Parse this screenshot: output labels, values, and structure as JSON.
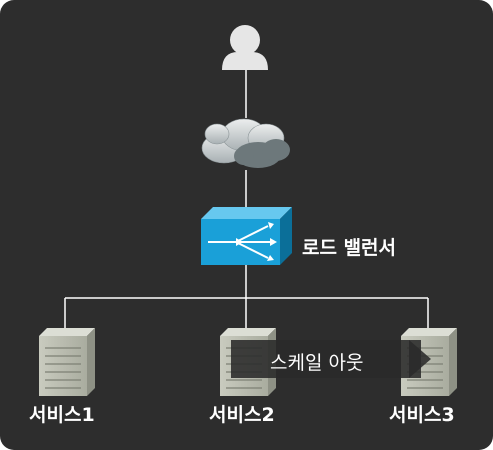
{
  "nodes": {
    "user": {
      "icon": "user-icon"
    },
    "internet": {
      "icon": "cloud-icon"
    },
    "load_balancer": {
      "icon": "load-balancer-switch-icon",
      "label": "로드 밸런서"
    },
    "services": [
      {
        "icon": "server-icon",
        "label": "서비스1"
      },
      {
        "icon": "server-icon",
        "label": "서비스2"
      },
      {
        "icon": "server-icon",
        "label": "서비스3"
      }
    ]
  },
  "annotation": {
    "text": "스케일 아웃",
    "icon": "arrow-right-icon"
  },
  "colors": {
    "background": "#2d2d2d",
    "line": "#ffffff",
    "user_icon": "#e6e6e6",
    "switch": "#1aa0d8",
    "server": "#b9bcb1",
    "cloud": "#d8dcdc"
  }
}
